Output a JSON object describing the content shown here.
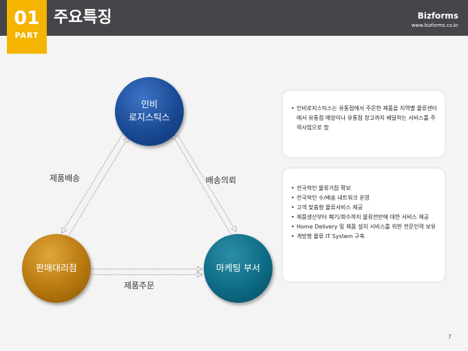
{
  "header": {
    "part_number": "01",
    "part_label": "PART",
    "title": "주요특징",
    "brand": "Bizforms",
    "brand_url": "www.bizforms.co.kr"
  },
  "diagram": {
    "nodes": {
      "top": {
        "line1": "인비",
        "line2": "로지스틱스"
      },
      "left": {
        "label": "판매대리점"
      },
      "right": {
        "label": "마케팅 부서"
      }
    },
    "edges": {
      "left": "제품배송",
      "right": "배송의뢰",
      "bottom": "제품주문"
    }
  },
  "info_boxes": [
    {
      "items": [
        "인비로지스틱스는 유통점에서 주문한 제품을 지역별 물류센터에서 유통점 매장이나 유통점 창고까지 배달하는 서비스를 주력사업으로 함"
      ]
    },
    {
      "items": [
        "전국적인 물류거점 확보",
        "전국적인 수/배송 네트워크 운영",
        "고객 맞춤형 물류서비스 제공",
        "제품생산부터 폐기/회수까지 물류전반에 대한 서비스 제공",
        "Home Delivery 및 제품 설치 서비스를 위한 전문인력 보유",
        "개방형 물류 IT System 구축"
      ]
    }
  ],
  "colors": {
    "header_bg": "#444649",
    "accent": "#f5b400",
    "node_top": "#1a4a94",
    "node_left": "#b7780f",
    "node_right": "#0d6b85"
  },
  "page_number": "7"
}
